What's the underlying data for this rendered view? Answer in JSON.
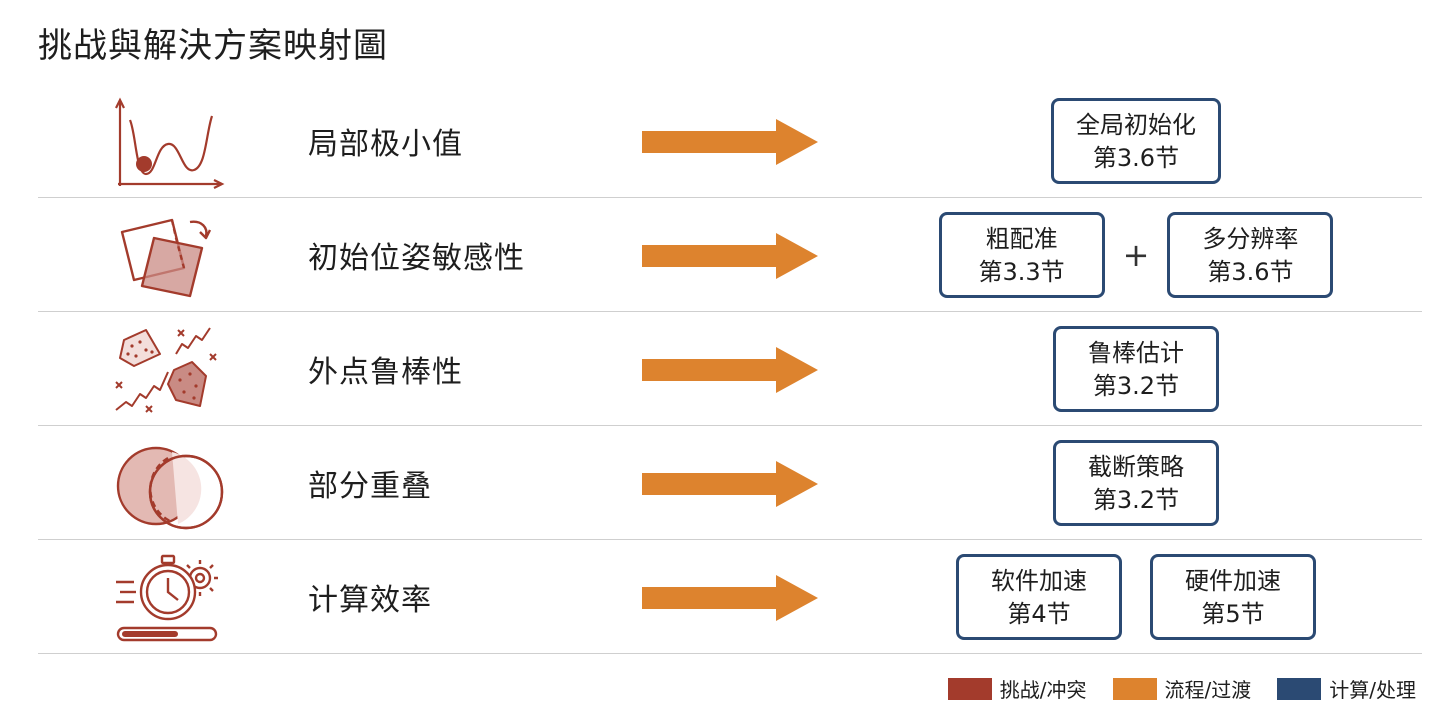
{
  "title": "挑战與解決方案映射圖",
  "colors": {
    "challenge": "#a33b2c",
    "flow": "#dd832e",
    "solution": "#2b4a73"
  },
  "rows": [
    {
      "icon": "local-minimum-curve-icon",
      "challenge": "局部极小值",
      "connector": "",
      "solutions": [
        {
          "line1": "全局初始化",
          "line2": "第3.6节"
        }
      ]
    },
    {
      "icon": "rotated-squares-icon",
      "challenge": "初始位姿敏感性",
      "connector": "+",
      "solutions": [
        {
          "line1": "粗配准",
          "line2": "第3.3节"
        },
        {
          "line1": "多分辨率",
          "line2": "第3.6节"
        }
      ]
    },
    {
      "icon": "scattered-outliers-icon",
      "challenge": "外点鲁棒性",
      "connector": "",
      "solutions": [
        {
          "line1": "鲁棒估计",
          "line2": "第3.2节"
        }
      ]
    },
    {
      "icon": "overlapping-circles-icon",
      "challenge": "部分重叠",
      "connector": "",
      "solutions": [
        {
          "line1": "截断策略",
          "line2": "第3.2节"
        }
      ]
    },
    {
      "icon": "stopwatch-gear-icon",
      "challenge": "计算效率",
      "connector": "",
      "solutions": [
        {
          "line1": "软件加速",
          "line2": "第4节"
        },
        {
          "line1": "硬件加速",
          "line2": "第5节"
        }
      ]
    }
  ],
  "legend": [
    {
      "label": "挑战/冲突",
      "color": "#a33b2c"
    },
    {
      "label": "流程/过渡",
      "color": "#dd832e"
    },
    {
      "label": "计算/处理",
      "color": "#2b4a73"
    }
  ]
}
